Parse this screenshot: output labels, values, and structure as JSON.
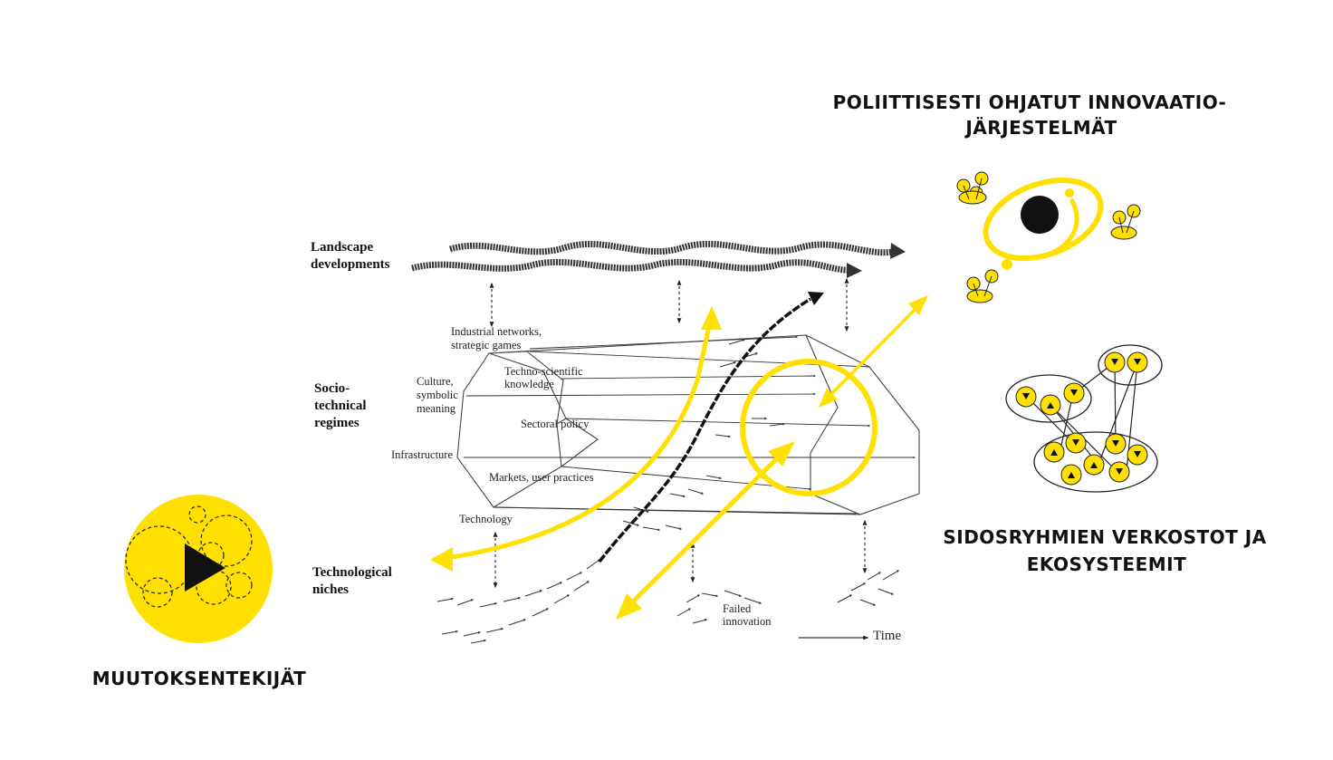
{
  "headings": {
    "policy_line1": "POLIITTISESTI OHJATUT INNOVAATIO-",
    "policy_line2": "JÄRJESTELMÄT",
    "networks_line1": "SIDOSRYHMIEN VERKOSTOT JA",
    "networks_line2": "EKOSYSTEEMIT",
    "change_makers": "MUUTOKSENTEKIJÄT"
  },
  "levels": {
    "landscape_line1": "Landscape",
    "landscape_line2": "developments",
    "regimes_line1": "Socio-",
    "regimes_line2": "technical",
    "regimes_line3": "regimes",
    "niches_line1": "Technological",
    "niches_line2": "niches"
  },
  "regime_labels": {
    "industrial_line1": "Industrial networks,",
    "industrial_line2": "strategic games",
    "techno_line1": "Techno-scientific",
    "techno_line2": "knowledge",
    "culture_line1": "Culture,",
    "culture_line2": "symbolic",
    "culture_line3": "meaning",
    "sectoral": "Sectoral policy",
    "infrastructure": "Infrastructure",
    "markets": "Markets, user practices",
    "technology": "Technology"
  },
  "niche_labels": {
    "failed_line1": "Failed",
    "failed_line2": "innovation",
    "time": "Time"
  },
  "colors": {
    "accent_yellow": "#ffe000",
    "ink": "#111111",
    "background": "#ffffff"
  },
  "icons": [
    "play-icon",
    "galaxy-icon",
    "network-cluster-icon"
  ]
}
